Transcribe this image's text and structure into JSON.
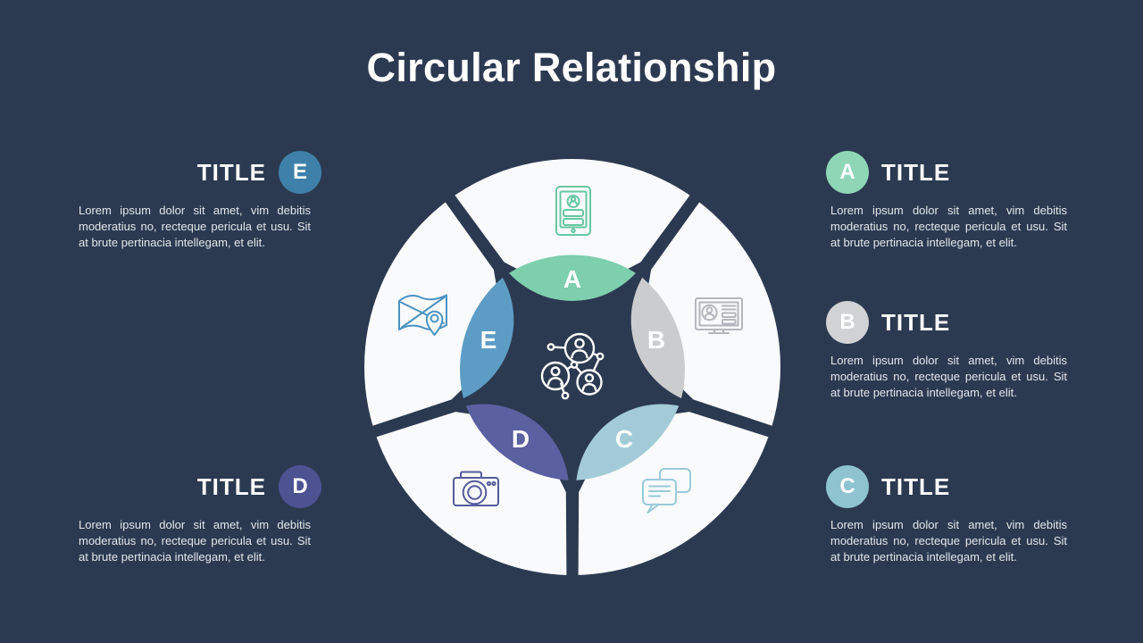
{
  "title": "Circular Relationship",
  "items": [
    {
      "letter": "A",
      "label": "TITLE",
      "body": "Lorem ipsum dolor sit amet, vim debitis moderatius no, recteque pericula et usu. Sit at brute pertinacia intellegam, et elit.",
      "badge_color": "#8fd6b6",
      "lens_color": "#7ecfad",
      "icon_color": "#66c7a2",
      "icon": "tablet-contact-icon"
    },
    {
      "letter": "B",
      "label": "TITLE",
      "body": "Lorem ipsum dolor sit amet, vim debitis moderatius no, recteque pericula et usu. Sit at brute pertinacia intellegam, et elit.",
      "badge_color": "#d1d2d4",
      "lens_color": "#cbccce",
      "icon_color": "#b3b7bd",
      "icon": "monitor-profile-icon"
    },
    {
      "letter": "C",
      "label": "TITLE",
      "body": "Lorem ipsum dolor sit amet, vim debitis moderatius no, recteque pericula et usu. Sit at brute pertinacia intellegam, et elit.",
      "badge_color": "#8fc3d0",
      "lens_color": "#a2cbd7",
      "icon_color": "#9bcad8",
      "icon": "chat-bubbles-icon"
    },
    {
      "letter": "D",
      "label": "TITLE",
      "body": "Lorem ipsum dolor sit amet, vim debitis moderatius no, recteque pericula et usu. Sit at brute pertinacia intellegam, et elit.",
      "badge_color": "#4c5292",
      "lens_color": "#5a60a0",
      "icon_color": "#545b9b",
      "icon": "camera-icon"
    },
    {
      "letter": "E",
      "label": "TITLE",
      "body": "Lorem ipsum dolor sit amet, vim debitis moderatius no, recteque pericula et usu. Sit at brute pertinacia intellegam, et elit.",
      "badge_color": "#3f80aa",
      "lens_color": "#5d9dc5",
      "icon_color": "#4a92c2",
      "icon": "map-pin-icon"
    }
  ],
  "center": {
    "icon": "people-network-icon"
  },
  "colors": {
    "background": "#2c3a51",
    "petal": "#f9fafb",
    "title_text": "#ffffff",
    "body_text": "#e3e6ea"
  }
}
